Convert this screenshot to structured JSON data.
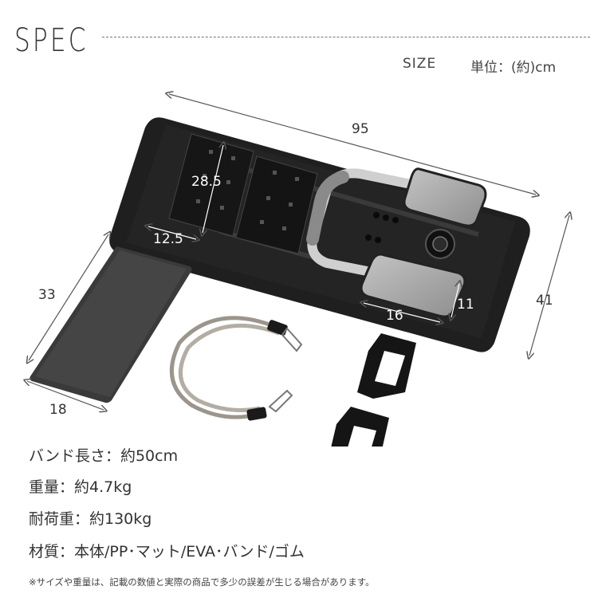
{
  "header": {
    "title": "SPEC",
    "size_label": "SIZE",
    "unit_label": "単位：(約)cm"
  },
  "dimensions": {
    "board_length": "95",
    "board_width": "41",
    "pad_height": "28.5",
    "pad_width": "12.5",
    "handle_pad_length": "16",
    "handle_pad_width": "11",
    "mat_length": "33",
    "mat_width": "18"
  },
  "specs": [
    {
      "text": "バンド長さ：約50cm"
    },
    {
      "text": "重量：約4.7kg"
    },
    {
      "text": "耐荷重：約130kg"
    },
    {
      "text": "材質：本体/PP･マット/EVA･バンド/ゴム"
    }
  ],
  "note": "※サイズや重量は、記載の数値と実際の商品で多少の誤差が生じる場合があります。"
}
